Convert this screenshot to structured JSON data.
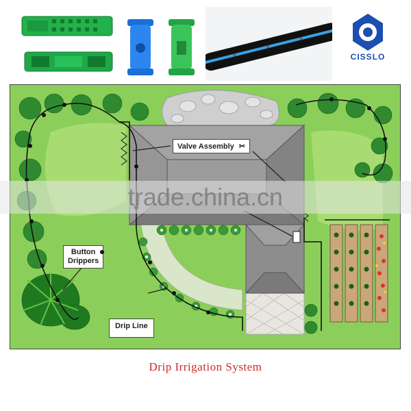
{
  "logo": {
    "text": "CISSLO"
  },
  "labels": {
    "valve_assembly": "Valve Assembly",
    "button_drippers_line1": "Button",
    "button_drippers_line2": "Drippers",
    "drip_line": "Drip Line"
  },
  "caption": "Drip Irrigation System",
  "watermark": "trade.china.cn",
  "colors": {
    "grass": "#7ec850",
    "roof": "#8a8a8a",
    "pipe": "#222222",
    "caption": "#cc2a2a"
  }
}
